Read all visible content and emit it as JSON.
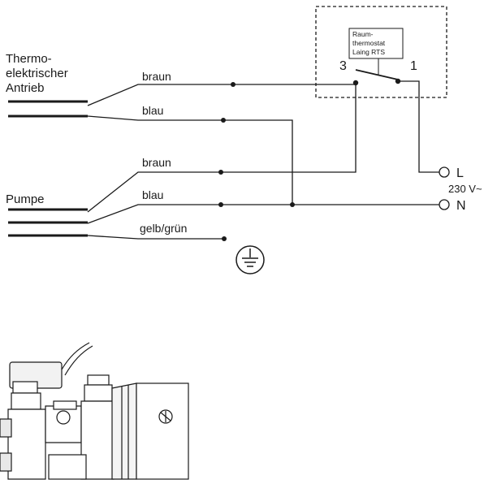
{
  "labels": {
    "thermo": [
      "Thermo-",
      "elektrischer",
      "Antrieb"
    ],
    "pumpe": "Pumpe",
    "wire_braun_1": "braun",
    "wire_blau_1": "blau",
    "wire_braun_2": "braun",
    "wire_blau_2": "blau",
    "wire_earth": "gelb/grün",
    "thermostat": [
      "Raum-",
      "thermostat",
      "Laing RTS"
    ],
    "terminal_3": "3",
    "terminal_1": "1",
    "L": "L",
    "N": "N",
    "voltage": "230 V~"
  },
  "icons": {
    "earth": "earth-ground-icon",
    "device": "pump-valve-assembly-illustration"
  }
}
